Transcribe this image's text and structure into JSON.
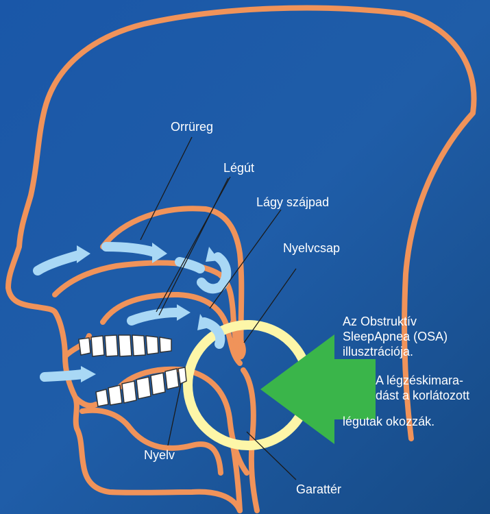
{
  "labels": {
    "orrureg": "Orrüreg",
    "leguut": "Légút",
    "lagy_szajpad": "Lágy szájpad",
    "nyelvcsap": "Nyelvcsap",
    "nyelv": "Nyelv",
    "garatter": "Garattér"
  },
  "description": {
    "line1": "Az Obstruktív",
    "line2": "SleepApnea (OSA)",
    "line3": "illusztrációja.",
    "line4": "A légzéskimara-",
    "line5": "dást a korlátozott",
    "line6": "légutak okozzák."
  },
  "colors": {
    "background": "#1f5da8",
    "outline": "#f0935a",
    "airflow": "#a9d8f5",
    "ring": "#fdf6a8",
    "arrow": "#3ab54a",
    "teeth": "#ffffff",
    "text": "#ffffff"
  }
}
